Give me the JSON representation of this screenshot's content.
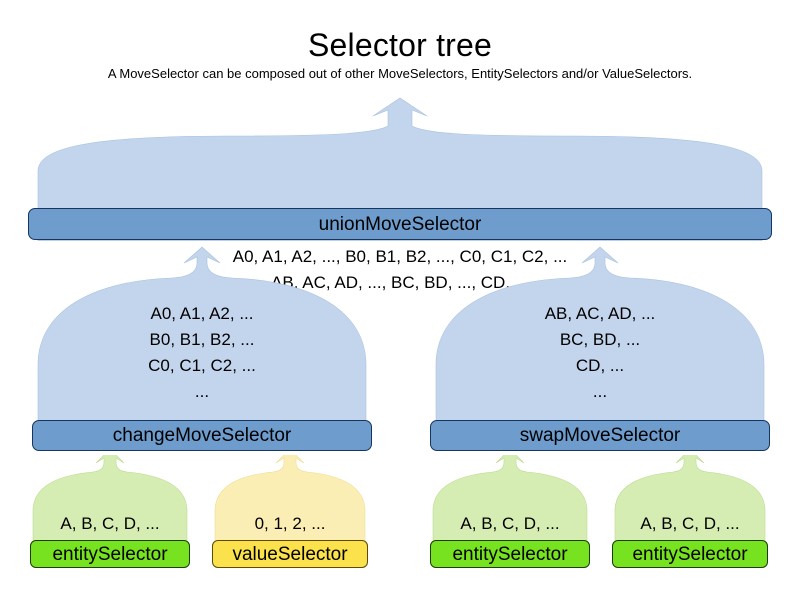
{
  "heading": {
    "title": "Selector tree",
    "subtitle": "A MoveSelector can be composed out of other MoveSelectors, EntitySelectors and/or ValueSelectors."
  },
  "colors": {
    "cloud_blue": "#c3d5ec",
    "cloud_green": "#d5edb3",
    "cloud_yellow": "#faeeb5",
    "bar_blue": "#6d9ccd",
    "bar_green": "#76e220",
    "bar_yellow": "#fbe14b",
    "outline_dark": "#17365d",
    "text": "#000000",
    "background": "#ffffff"
  },
  "tree": {
    "root": {
      "id": "union-move-selector",
      "label": "unionMoveSelector",
      "kind": "move-selector",
      "color": "blue",
      "lines": [
        "A0, A1, A2, ..., B0, B1, B2, ..., C0, C1, C2, ...",
        "AB, AC, AD, ..., BC, BD, ..., CD, ..."
      ]
    },
    "middle": [
      {
        "id": "change-move-selector",
        "label": "changeMoveSelector",
        "kind": "move-selector",
        "color": "blue",
        "lines": [
          "A0, A1, A2, ...",
          "B0, B1, B2, ...",
          "C0, C1, C2, ...",
          "..."
        ]
      },
      {
        "id": "swap-move-selector",
        "label": "swapMoveSelector",
        "kind": "move-selector",
        "color": "blue",
        "lines": [
          "AB, AC, AD, ...",
          "BC, BD, ...",
          "CD, ...",
          "..."
        ]
      }
    ],
    "leaves": [
      {
        "id": "entity-selector-1",
        "label": "entitySelector",
        "kind": "entity-selector",
        "color": "green",
        "lines": [
          "A, B, C, D, ..."
        ]
      },
      {
        "id": "value-selector-1",
        "label": "valueSelector",
        "kind": "value-selector",
        "color": "yellow",
        "lines": [
          "0, 1, 2, ..."
        ]
      },
      {
        "id": "entity-selector-2",
        "label": "entitySelector",
        "kind": "entity-selector",
        "color": "green",
        "lines": [
          "A, B, C, D, ..."
        ]
      },
      {
        "id": "entity-selector-3",
        "label": "entitySelector",
        "kind": "entity-selector",
        "color": "green",
        "lines": [
          "A, B, C, D, ..."
        ]
      }
    ]
  }
}
